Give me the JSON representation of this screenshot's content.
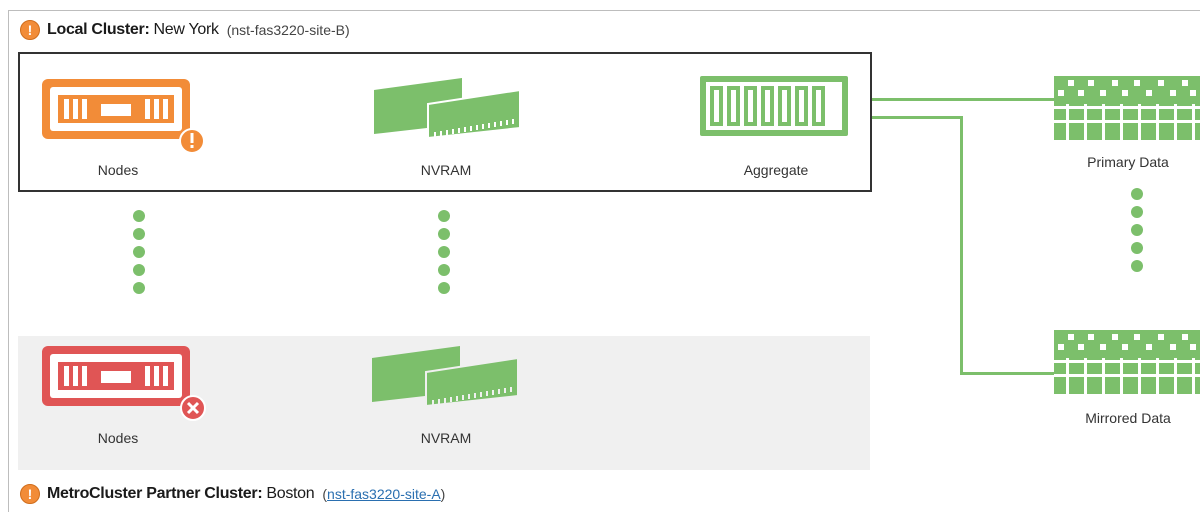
{
  "local_cluster": {
    "label": "Local Cluster:",
    "name": "New York",
    "host_prefix": "(",
    "host": "nst-fas3220-site-B",
    "host_suffix": ")"
  },
  "partner_cluster": {
    "label": "MetroCluster Partner Cluster:",
    "name": "Boston",
    "host_prefix": "(",
    "host": "nst-fas3220-site-A",
    "host_suffix": ")"
  },
  "local_components": {
    "nodes_label": "Nodes",
    "nvram_label": "NVRAM",
    "aggregate_label": "Aggregate"
  },
  "partner_components": {
    "nodes_label": "Nodes",
    "nvram_label": "NVRAM"
  },
  "data": {
    "primary_label": "Primary Data",
    "mirrored_label": "Mirrored Data"
  },
  "icons": {
    "warning": "!",
    "error": "✕"
  },
  "colors": {
    "warning_orange": "#f28c38",
    "error_red": "#e05555",
    "healthy_green": "#7cbf6b",
    "link_blue": "#2a6fb0"
  }
}
